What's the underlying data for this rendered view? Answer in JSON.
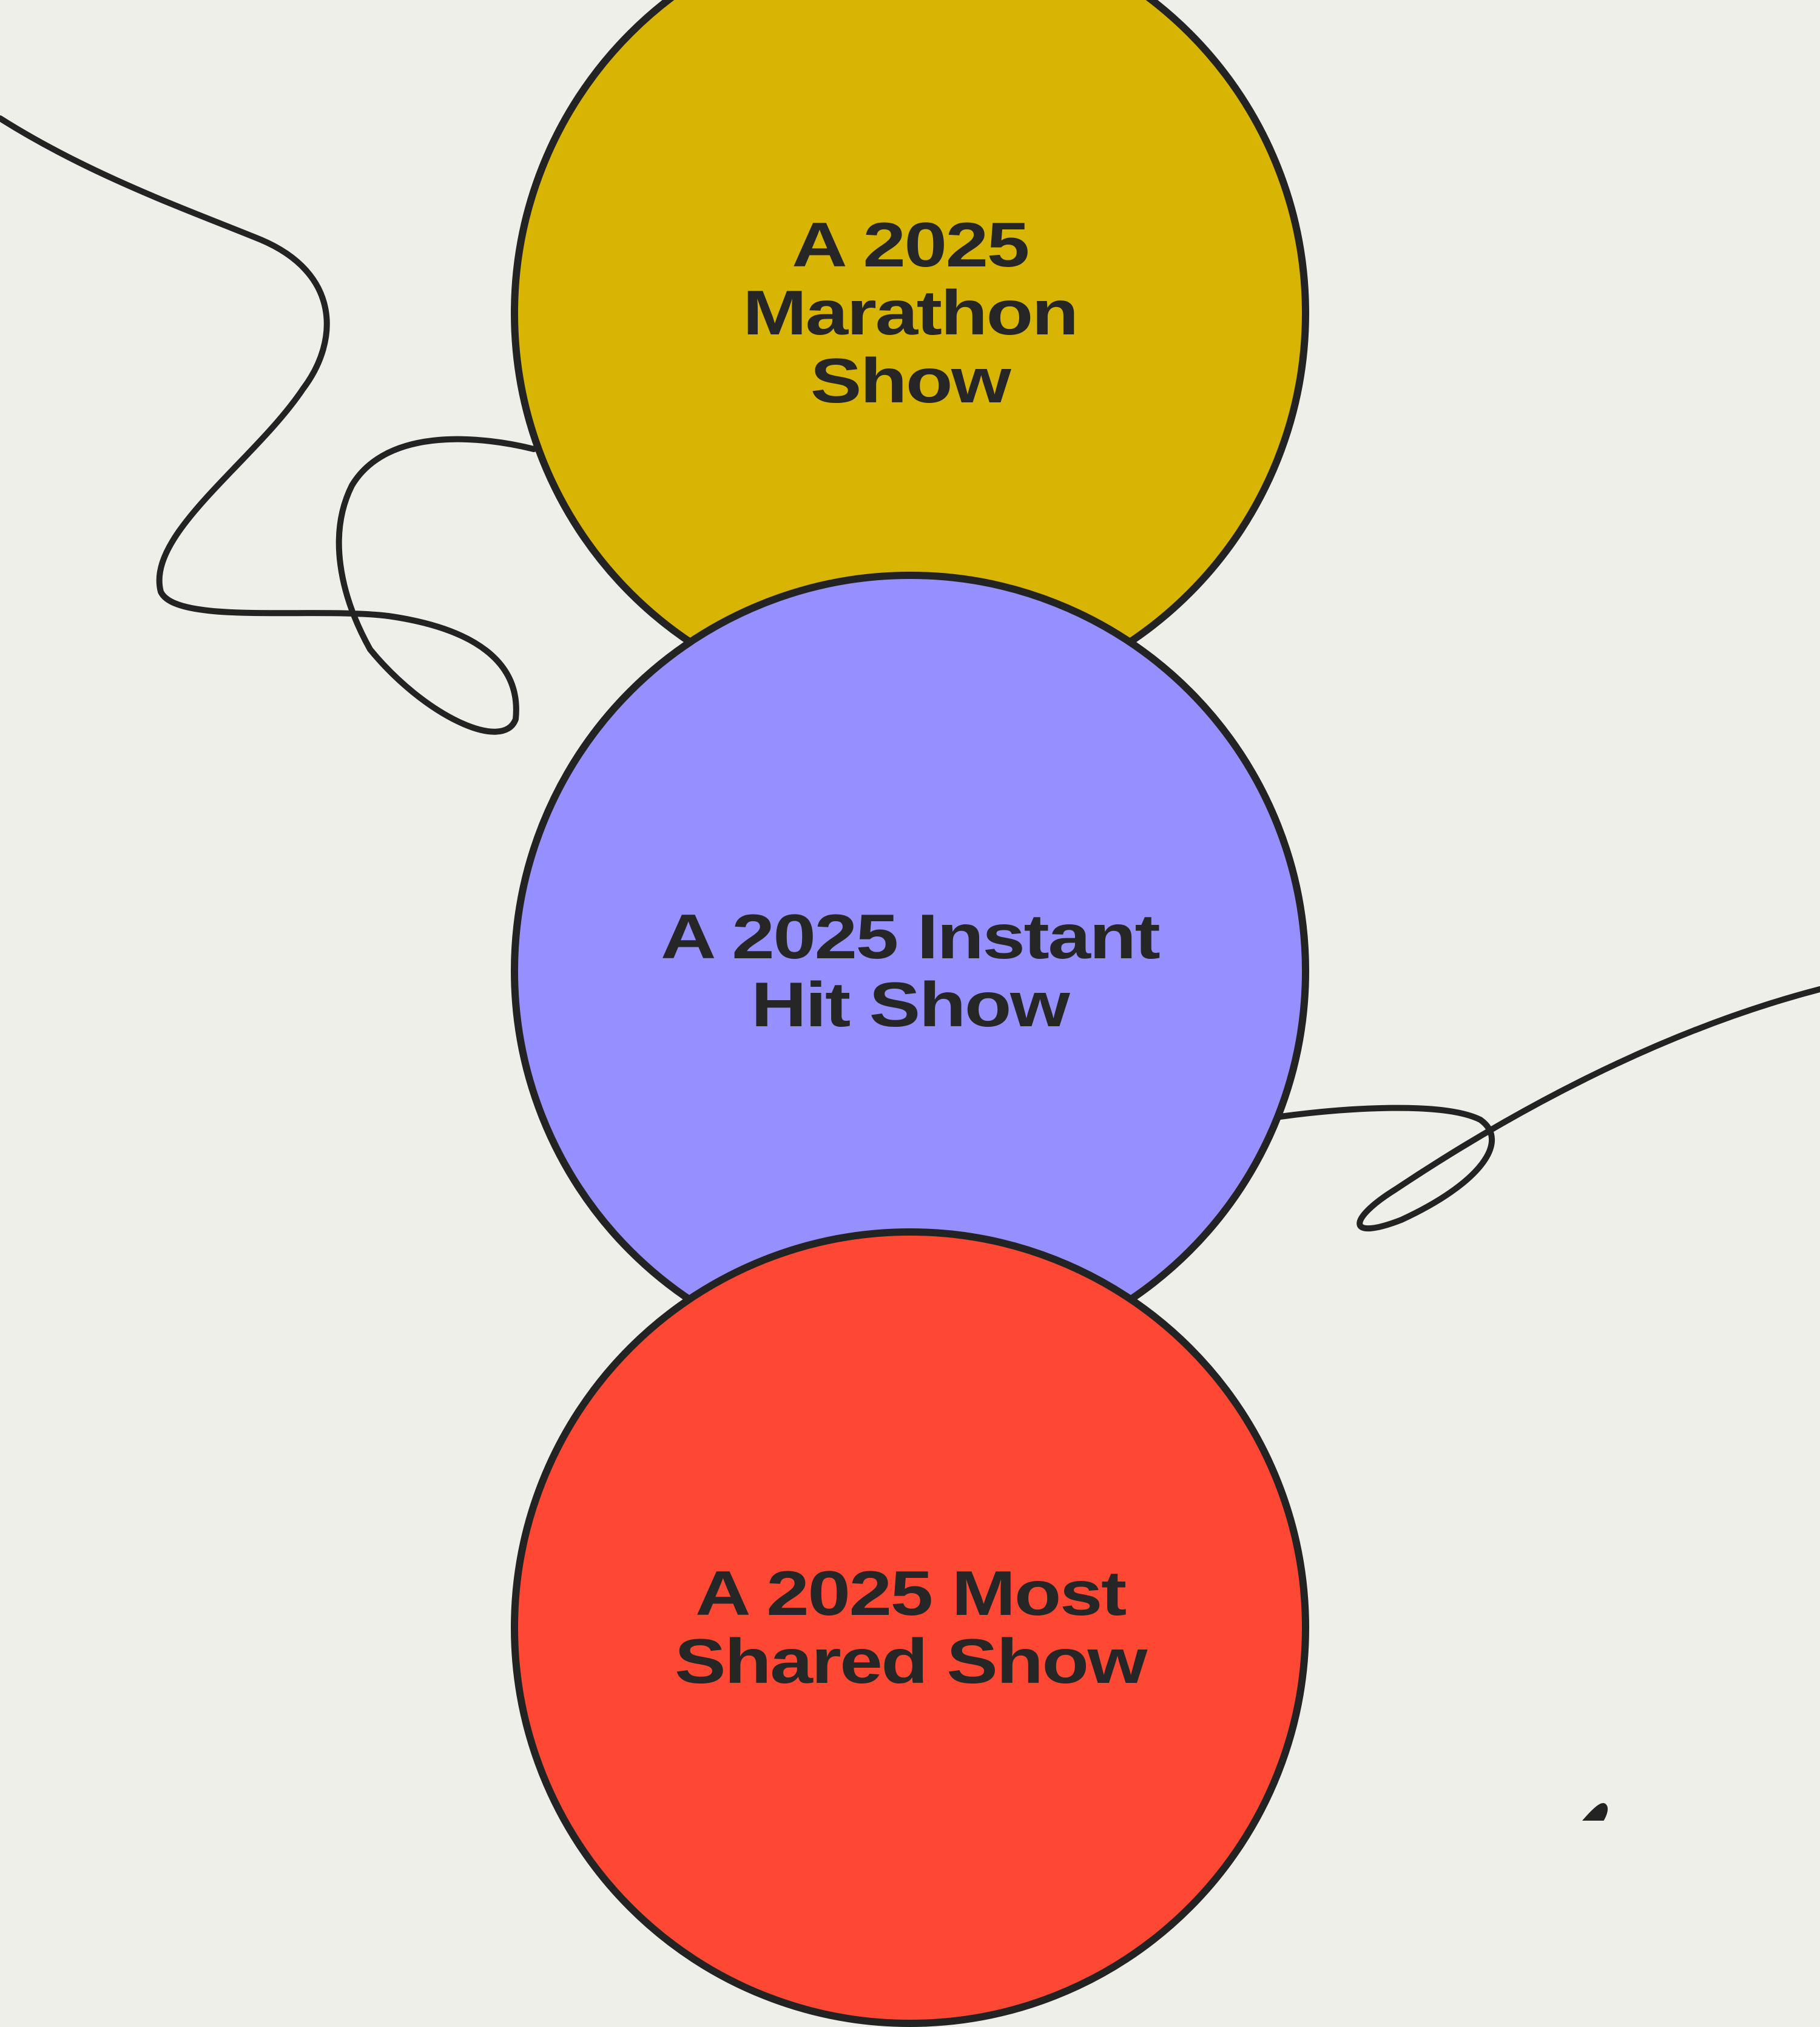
{
  "theme": {
    "background": "#EEEFE9",
    "outline": "#232323",
    "text": "#262626"
  },
  "badges": [
    {
      "label": "A 2025 Marathon Show",
      "lines": [
        "A 2025",
        "Marathon",
        "Show"
      ],
      "color": "#D8B503"
    },
    {
      "label": "A 2025 Instant Hit Show",
      "lines": [
        "A 2025 Instant",
        "Hit Show"
      ],
      "color": "#968FFF"
    },
    {
      "label": "A 2025 Most Shared Show",
      "lines": [
        "A 2025 Most",
        "Shared Show"
      ],
      "color": "#FF4834"
    }
  ]
}
